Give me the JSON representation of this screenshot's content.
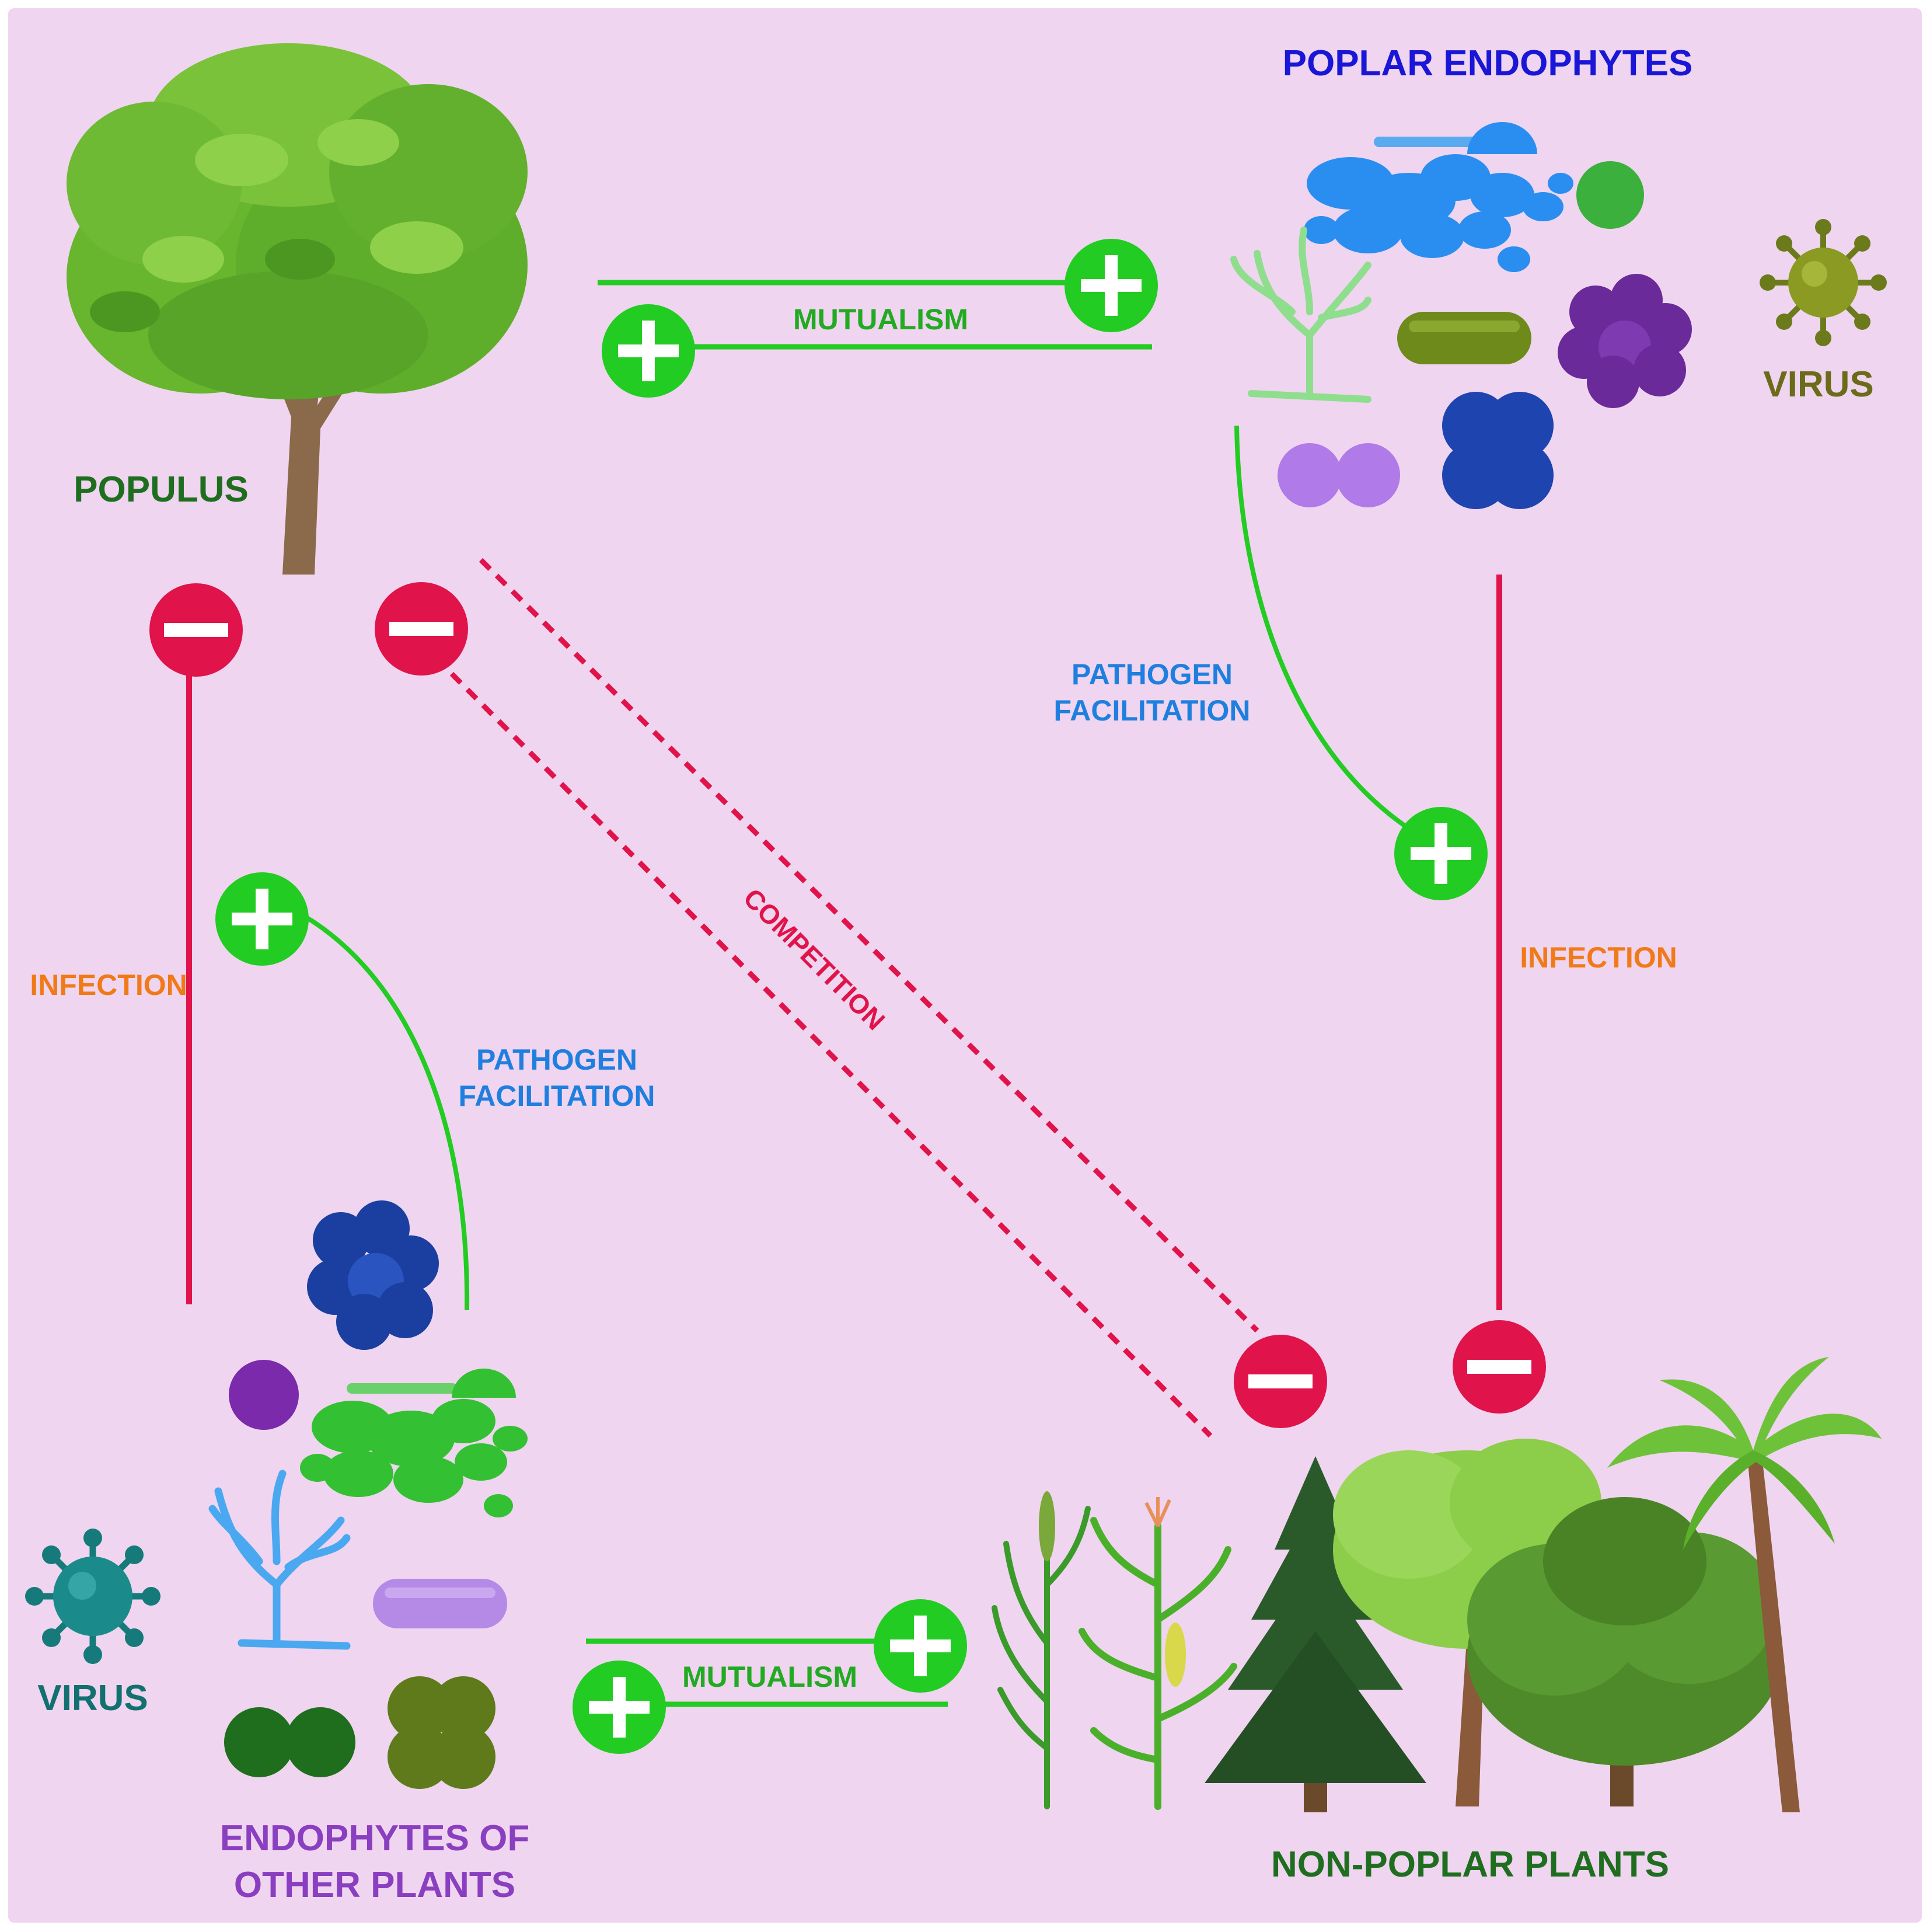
{
  "colors": {
    "background": "#efd5ef",
    "positive": "#22cc22",
    "negative": "#e0134a",
    "populus_label": "#1f6e1f",
    "poplar_endophytes_label": "#1a16d6",
    "virus_top_label": "#6b6b1a",
    "virus_bottom_label": "#127070",
    "pathogen_facilitation_label": "#1f7fdf",
    "infection_label": "#f07a18",
    "mutualism_label": "#22aa22",
    "competition_label": "#e0134a",
    "endophytes_other_label": "#8a3fc0",
    "non_poplar_label": "#1f6e1f"
  },
  "nodes": {
    "populus": "POPULUS",
    "poplar_endophytes": "POPLAR ENDOPHYTES",
    "virus_top": "VIRUS",
    "virus_bottom": "VIRUS",
    "endophytes_other_line1": "ENDOPHYTES OF",
    "endophytes_other_line2": "OTHER PLANTS",
    "non_poplar_plants": "NON-POPLAR PLANTS"
  },
  "interactions": {
    "mutualism_top": "MUTUALISM",
    "mutualism_bottom": "MUTUALISM",
    "competition": "COMPETITION",
    "infection_left": "INFECTION",
    "infection_right": "INFECTION",
    "pathogen_facilitation_right_line1": "PATHOGEN",
    "pathogen_facilitation_right_line2": "FACILITATION",
    "pathogen_facilitation_left_line1": "PATHOGEN",
    "pathogen_facilitation_left_line2": "FACILITATION"
  },
  "icons": [
    "poplar-tree-icon",
    "fungus-hyphae-icon",
    "spore-icon",
    "bacillus-icon",
    "diplococcus-icon",
    "tetrad-cocci-icon",
    "cluster-cocci-icon",
    "virus-icon",
    "grass-icon",
    "corn-icon",
    "spruce-tree-icon",
    "deciduous-tree-icon",
    "palm-tree-icon",
    "plus-badge-icon",
    "minus-badge-icon"
  ]
}
